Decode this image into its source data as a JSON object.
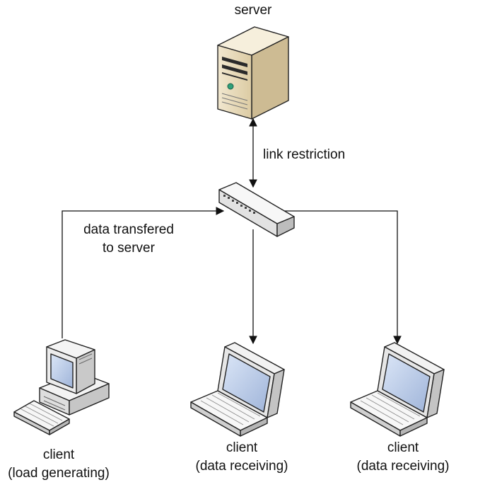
{
  "nodes": {
    "server": {
      "label": "server"
    },
    "client_load": {
      "line1": "client",
      "line2": "(load generating)"
    },
    "client_recv_1": {
      "line1": "client",
      "line2": "(data receiving)"
    },
    "client_recv_2": {
      "line1": "client",
      "line2": "(data receiving)"
    }
  },
  "edges": {
    "server_link": {
      "label": "link restriction"
    },
    "upload": {
      "line1": "data transfered",
      "line2": "to server"
    }
  },
  "colors": {
    "line": "#111111",
    "server_front": "#e9dcc0",
    "server_side": "#cfbe98",
    "device_face": "#f0f0f0",
    "screen": "#b9c9e6"
  }
}
